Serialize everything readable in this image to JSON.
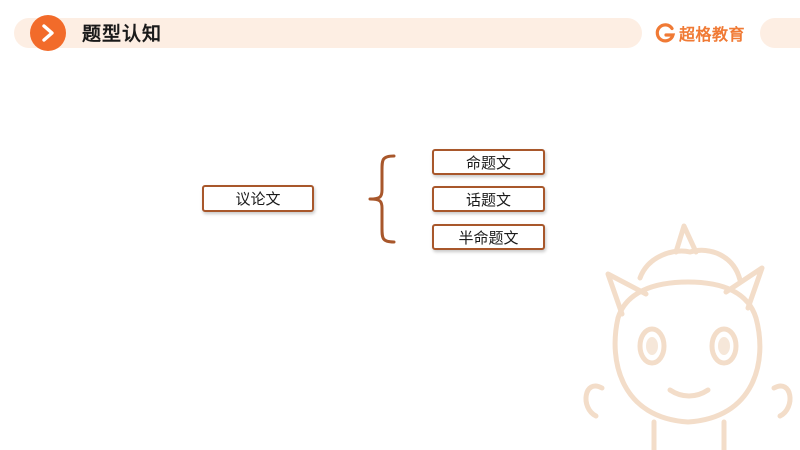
{
  "header": {
    "title": "题型认知",
    "brand": "超格教育"
  },
  "diagram": {
    "root": "议论文",
    "children": [
      "命题文",
      "话题文",
      "半命题文"
    ]
  },
  "colors": {
    "accent": "#f26b2a",
    "header_bg": "#fdeee3",
    "box_border": "#a8572b",
    "brand_text": "#f07a35"
  },
  "icons": {
    "header_badge": "chevron-right-icon",
    "brand_logo": "brand-g-logo-icon"
  }
}
